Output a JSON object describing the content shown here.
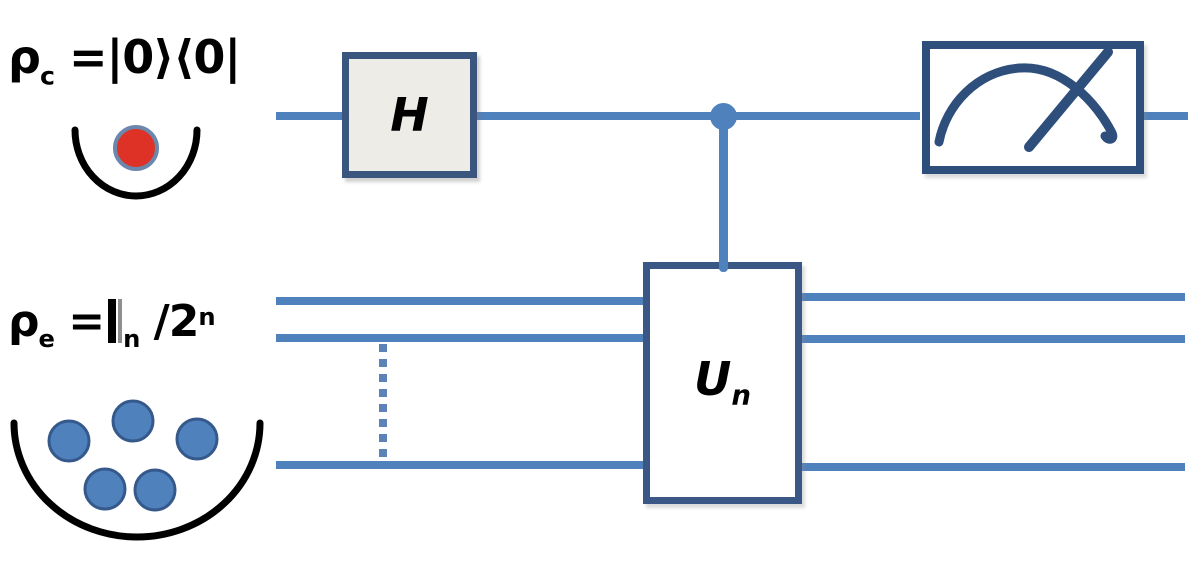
{
  "formulas": {
    "control": {
      "rho": "ρ",
      "sub": "c",
      "rest": " =|0⟩⟨0|"
    },
    "env": {
      "rho": "ρ",
      "sub": "e",
      "eq": " =",
      "identity_sub": "n",
      "rest": " /2",
      "sup": "n"
    }
  },
  "gates": {
    "hadamard": "H",
    "unitary": {
      "base": "U",
      "sub": "n"
    }
  },
  "icons": {
    "measurement": "meter-gauge-icon",
    "control_well": "bowl-arc-icon",
    "env_well": "bowl-arc-icon",
    "control_particle": "red-particle-icon",
    "env_particle": "blue-particle-icon",
    "control_point": "control-dot-icon",
    "ellipsis": "vertical-dotted-line-icon"
  },
  "colors": {
    "wire": "#4F81BD",
    "gate_border": "#3A567F",
    "measure_border": "#2E4E7C",
    "hadamard_fill": "#EEECE7",
    "control_particle": "#DE3226",
    "control_particle_border": "#6B87AC",
    "env_particle": "#4F81BD",
    "env_particle_border": "#36598C",
    "bowl": "#000000",
    "dotted": "#5B83B8",
    "text": "#000000"
  }
}
